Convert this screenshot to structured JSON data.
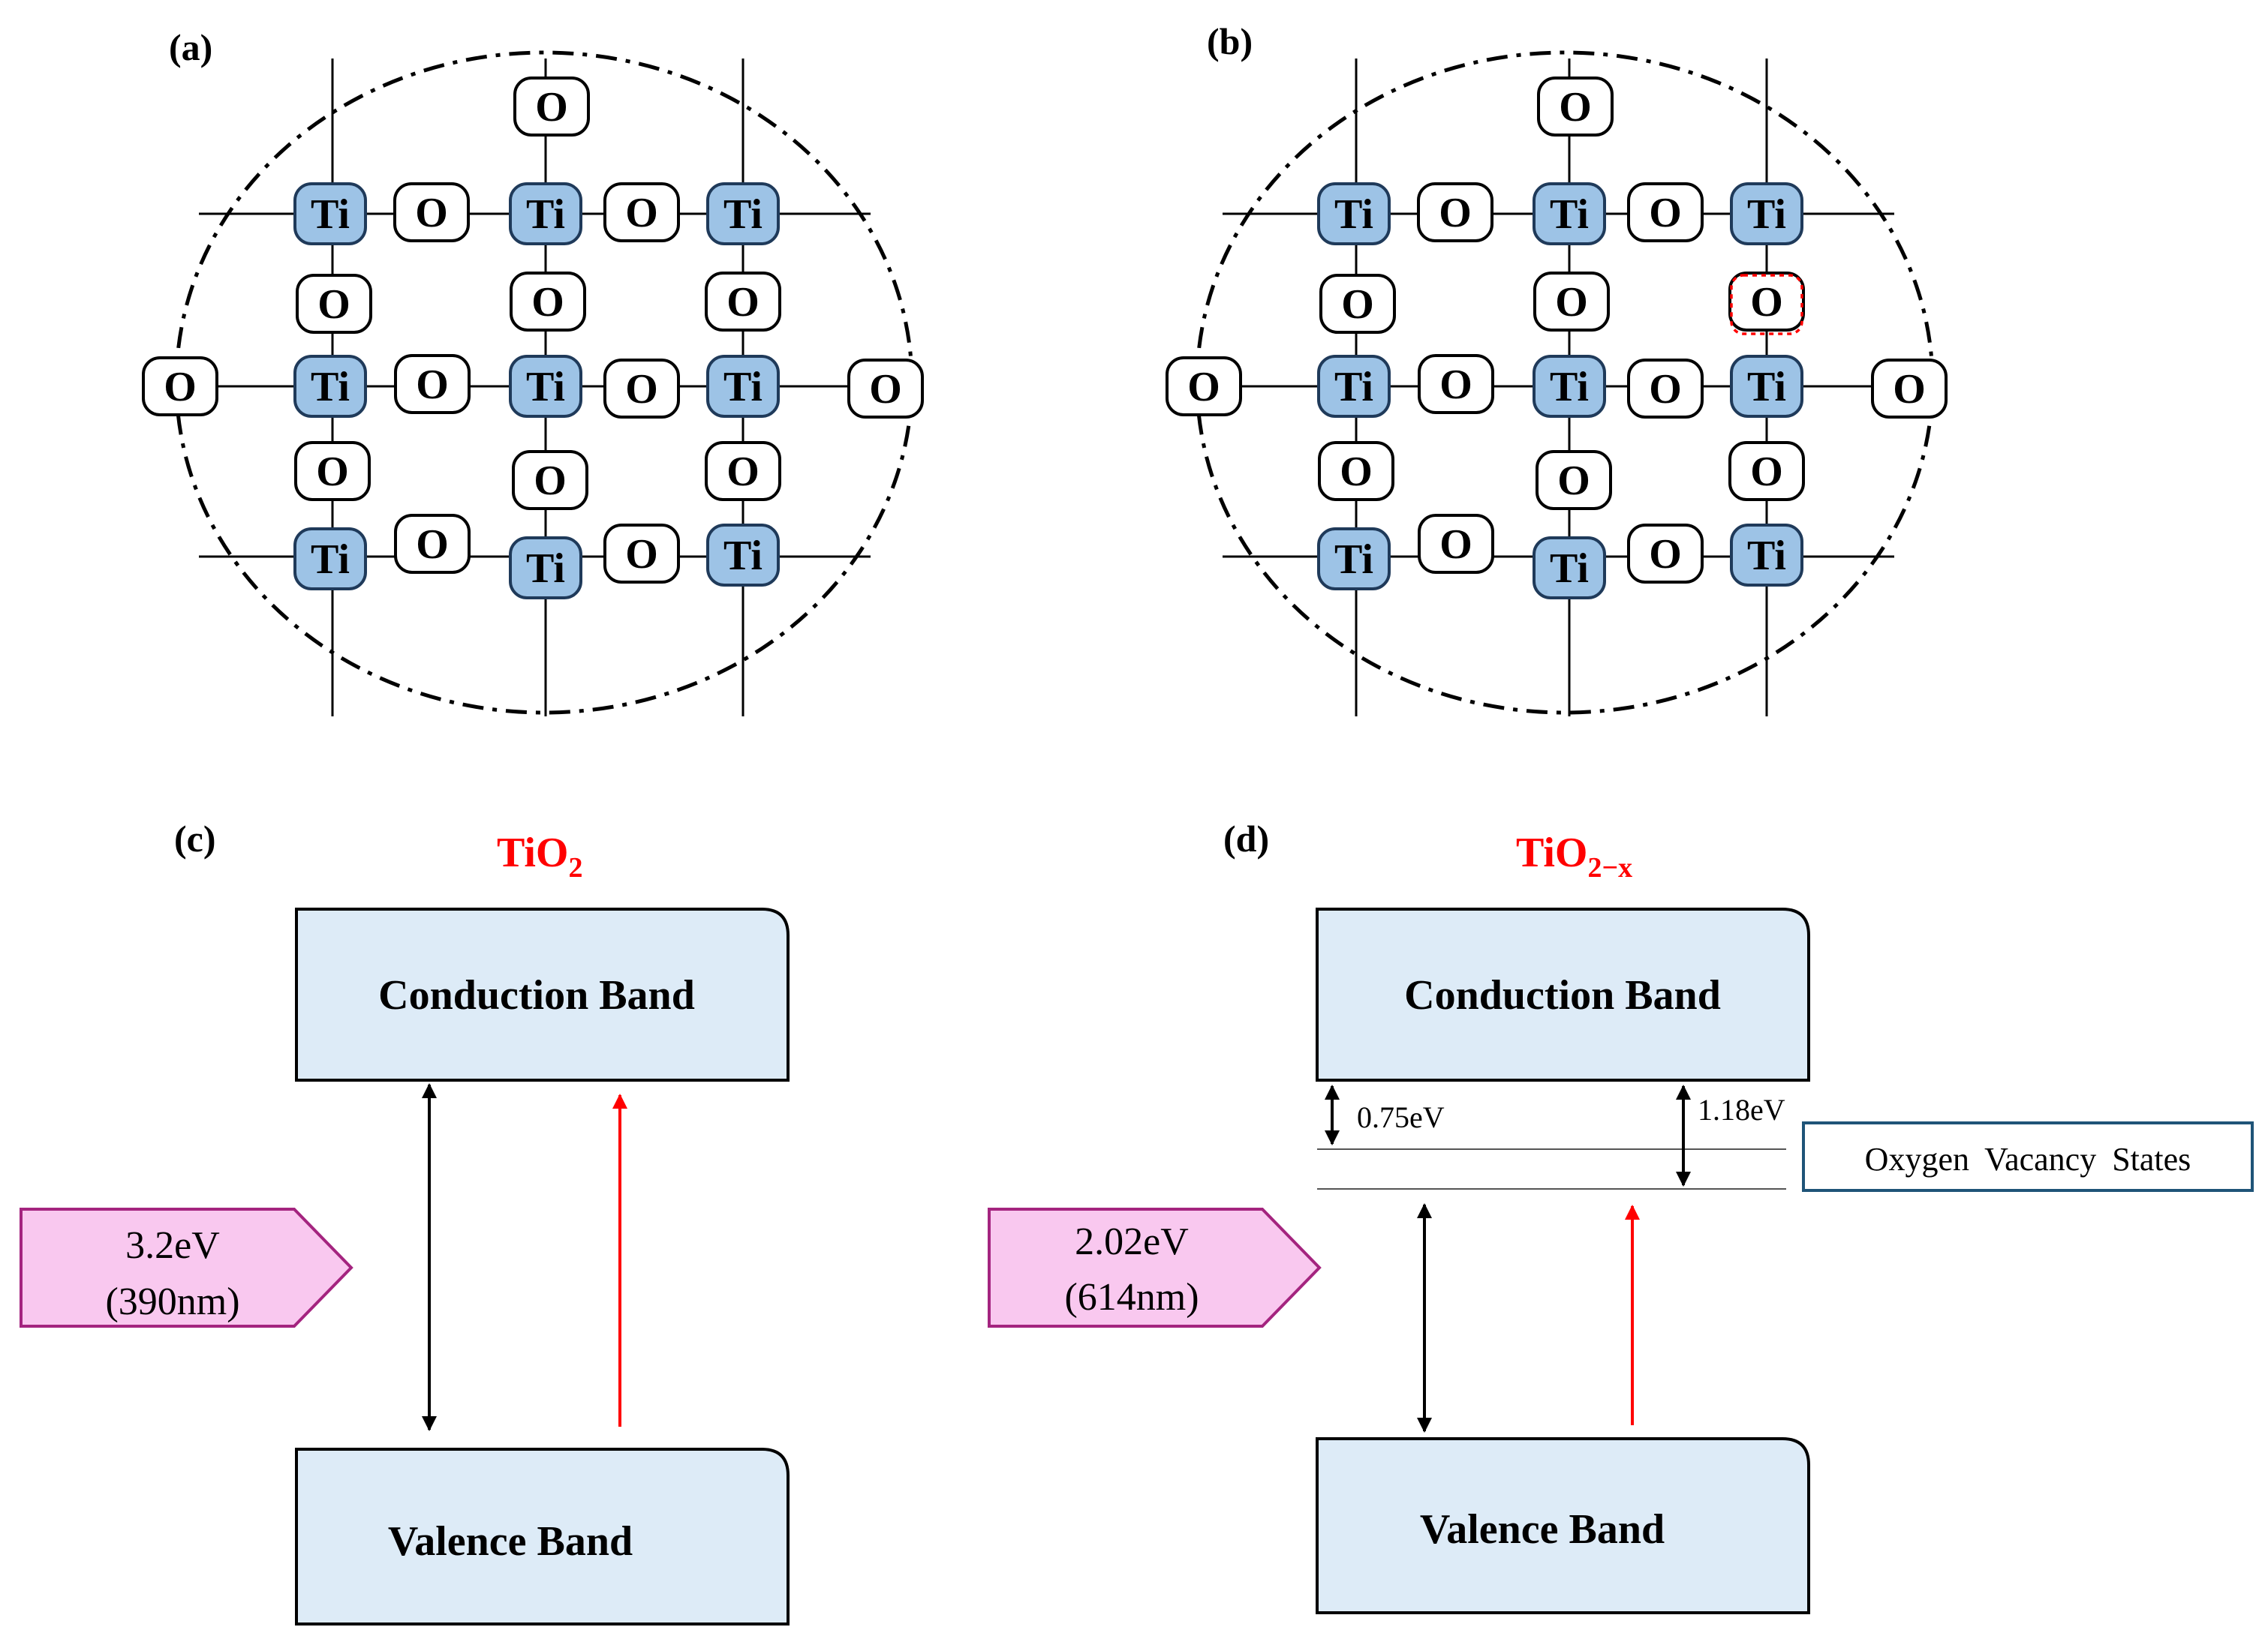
{
  "panels": {
    "a": {
      "label": "(a)"
    },
    "b": {
      "label": "(b)"
    },
    "c": {
      "label": "(c)",
      "title_main": "TiO",
      "title_sub": "2",
      "conduction_band": "Conduction Band",
      "valence_band": "Valence Band",
      "gap_energy": "3.2eV",
      "gap_wavelength": "(390nm)"
    },
    "d": {
      "label": "(d)",
      "title_main": "TiO",
      "title_sub": "2−x",
      "conduction_band": "Conduction Band",
      "valence_band": "Valence Band",
      "gap_energy": "2.02eV",
      "gap_wavelength": "(614nm)",
      "state_gap_1": "0.75eV",
      "state_gap_2": "1.18eV",
      "vacancy_states_label": "Oxygen  Vacancy  States"
    }
  },
  "lattice": {
    "titanium_symbol": "Ti",
    "oxygen_symbol": "O",
    "colors": {
      "titanium": "#9dc3e6",
      "oxygen": "#ffffff",
      "vacancy": "#ff0000"
    }
  },
  "colors": {
    "band": "#ddebf7",
    "energy_tag": "#f9c8ef",
    "title": "#ff0000",
    "excitation_arrow": "#ff0000"
  }
}
